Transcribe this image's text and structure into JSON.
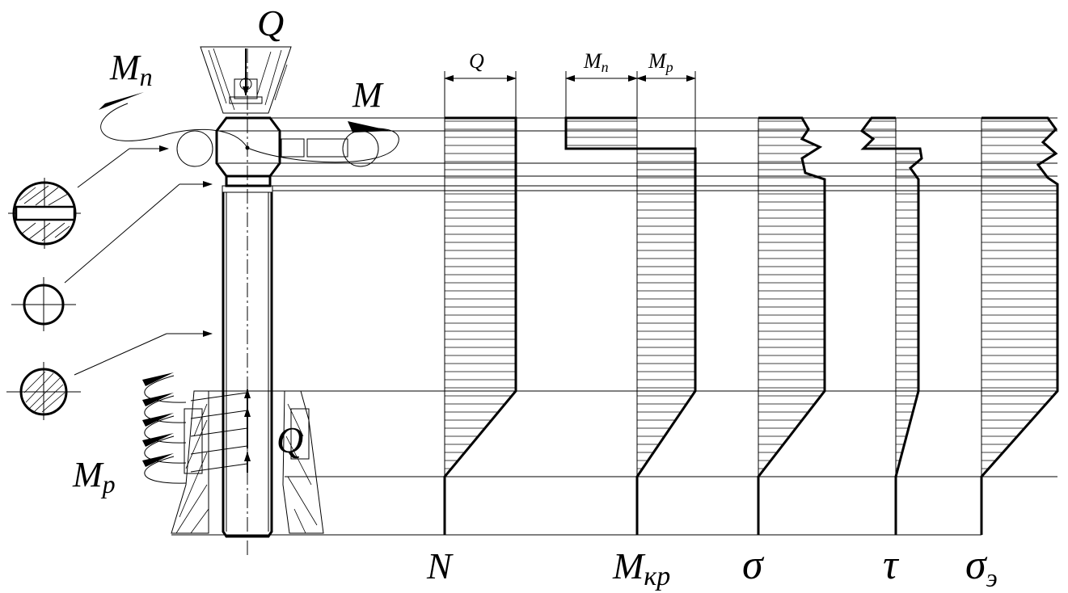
{
  "labels": {
    "q_top": "Q",
    "m_n_left": "M",
    "m_n_left_sub": "п",
    "m_top": "M",
    "m_p_left": "M",
    "m_p_left_sub": "р",
    "q_bottom": "Q"
  },
  "dimensions": {
    "q_dim": "Q",
    "mn_dim": "M",
    "mn_dim_sub": "п",
    "mp_dim": "M",
    "mp_dim_sub": "р"
  },
  "diagram_titles": {
    "n": "N",
    "mkr": "M",
    "mkr_sub": "кр",
    "sigma": "σ",
    "tau": "τ",
    "sigma_e": "σ",
    "sigma_e_sub": "э"
  }
}
